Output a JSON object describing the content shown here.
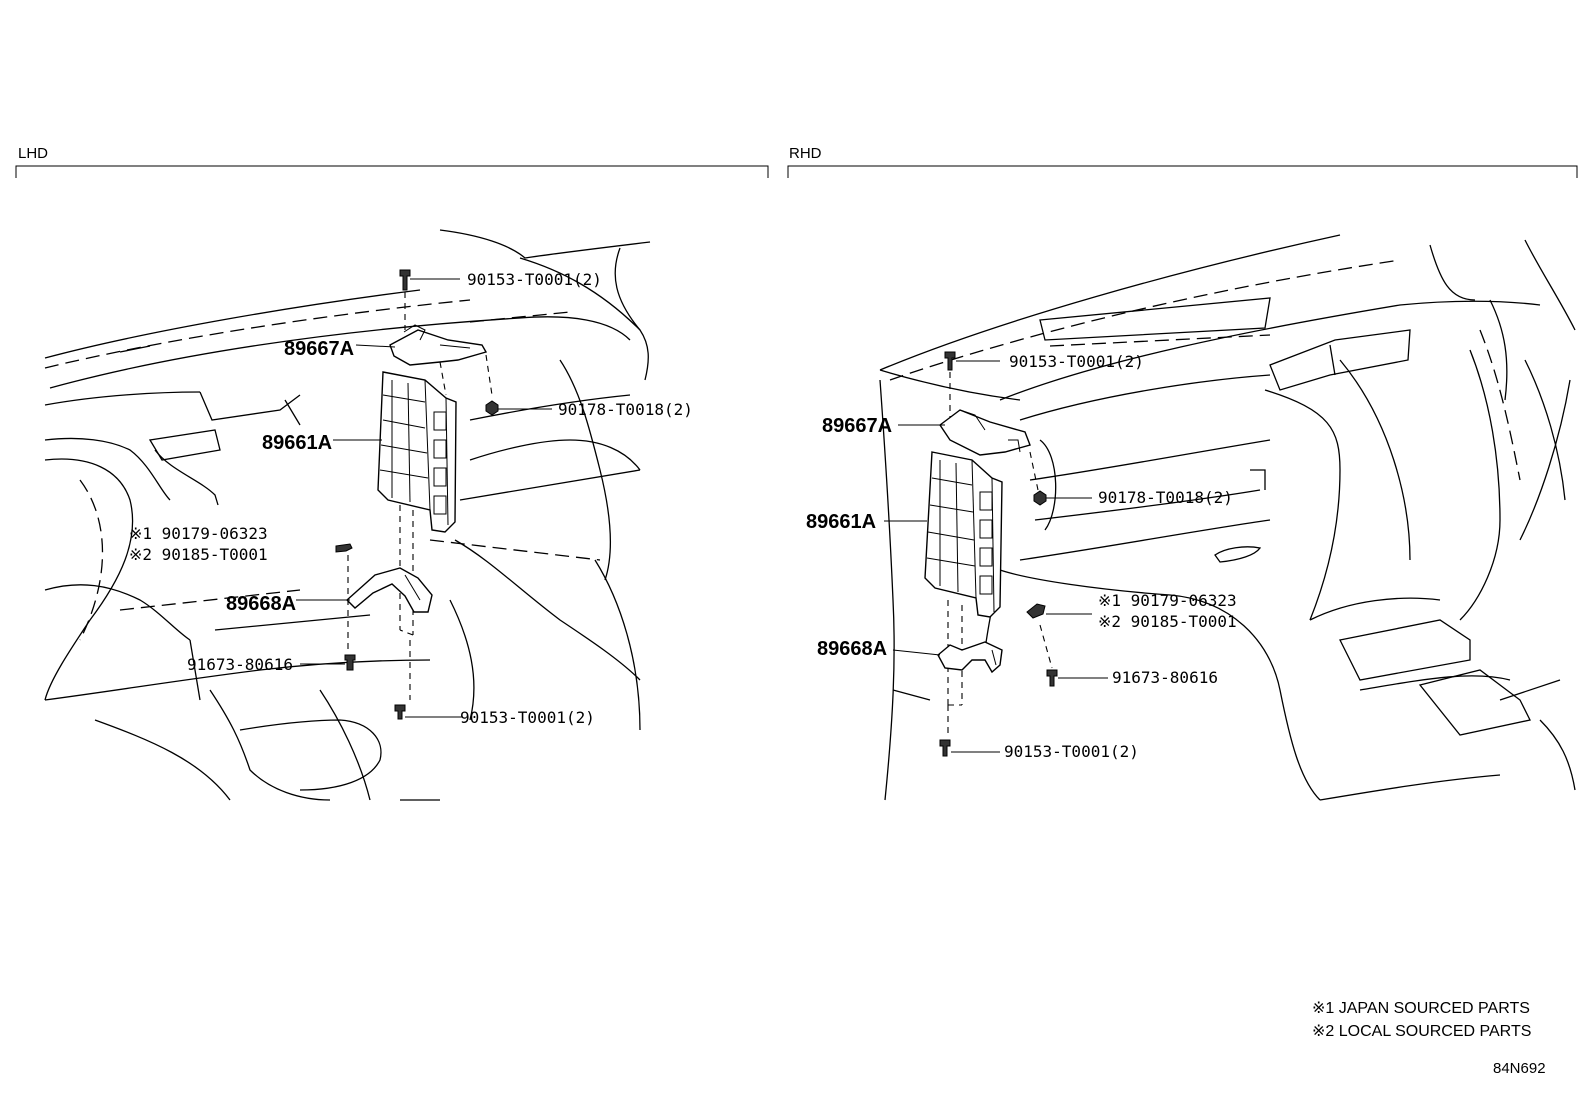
{
  "sections": {
    "lhd": "LHD",
    "rhd": "RHD"
  },
  "lhd_labels": {
    "screw_top": "90153-T0001(2)",
    "bracket_top": "89667A",
    "nut": "90178-T0018(2)",
    "ecu": "89661A",
    "clip_1": "※1 90179-06323",
    "clip_2": "※2 90185-T0001",
    "bracket_bottom": "89668A",
    "bolt": "91673-80616",
    "screw_bottom": "90153-T0001(2)"
  },
  "rhd_labels": {
    "screw_top": "90153-T0001(2)",
    "bracket_top": "89667A",
    "nut": "90178-T0018(2)",
    "ecu": "89661A",
    "clip_1": "※1  90179-06323",
    "clip_2": "※2  90185-T0001",
    "bracket_bottom": "89668A",
    "bolt": "91673-80616",
    "screw_bottom": "90153-T0001(2)"
  },
  "notes": {
    "note_1": "※1 JAPAN SOURCED PARTS",
    "note_2": "※2 LOCAL SOURCED PARTS"
  },
  "diagram_code": "84N692"
}
